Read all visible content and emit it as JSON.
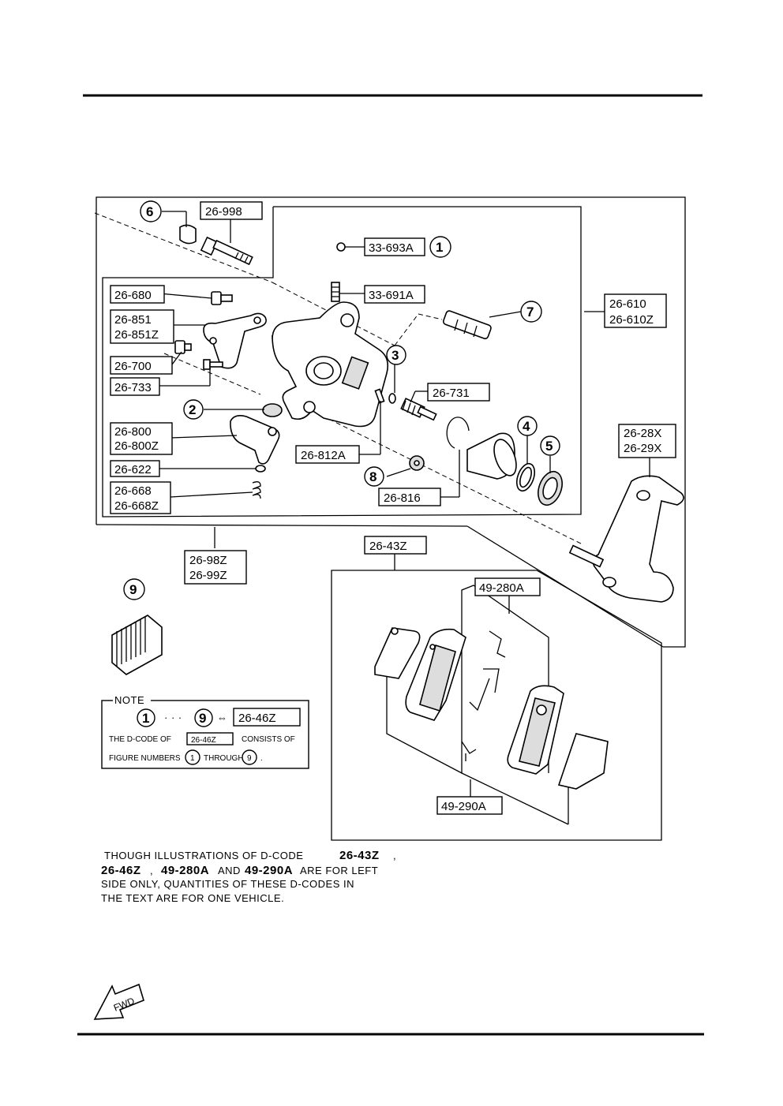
{
  "labels": {
    "p26_998": "26-998",
    "p33_693a": "33-693A",
    "p33_691a": "33-691A",
    "p26_610": "26-610",
    "p26_610z": "26-610Z",
    "p26_680": "26-680",
    "p26_851": "26-851",
    "p26_851z": "26-851Z",
    "p26_700": "26-700",
    "p26_733": "26-733",
    "p26_731": "26-731",
    "p26_800": "26-800",
    "p26_800z": "26-800Z",
    "p26_812a": "26-812A",
    "p26_622": "26-622",
    "p26_668": "26-668",
    "p26_668z": "26-668Z",
    "p26_816": "26-816",
    "p26_28x": "26-28X",
    "p26_29x": "26-29X",
    "p26_98z": "26-98Z",
    "p26_99z": "26-99Z",
    "p26_43z": "26-43Z",
    "p49_280a": "49-280A",
    "p49_290a": "49-290A"
  },
  "callouts": {
    "c1": "1",
    "c2": "2",
    "c3": "3",
    "c4": "4",
    "c5": "5",
    "c6": "6",
    "c7": "7",
    "c8": "8",
    "c9": "9"
  },
  "note": {
    "title": "NOTE",
    "range_from": "1",
    "dots": "· · ·",
    "range_to": "9",
    "code": "26-46Z",
    "line1_a": "THE D-CODE OF",
    "line1_code": "26-46Z",
    "line1_b": "CONSISTS OF",
    "line2_a": "FIGURE NUMBERS",
    "line2_from": "1",
    "line2_mid": "THROUGH",
    "line2_to": "9",
    "line2_end": "."
  },
  "footer": {
    "l1_a": "THOUGH ILLUSTRATIONS OF D-CODE",
    "l1_b": "26-43Z",
    "l1_c": ",",
    "l2_a": "26-46Z",
    "l2_b": ",",
    "l2_c": "49-280A",
    "l2_d": "AND",
    "l2_e": "49-290A",
    "l2_f": "ARE FOR LEFT",
    "l3": "SIDE ONLY, QUANTITIES OF THESE D-CODES IN",
    "l4": "THE TEXT ARE FOR ONE VEHICLE."
  },
  "fwd": "FWD"
}
